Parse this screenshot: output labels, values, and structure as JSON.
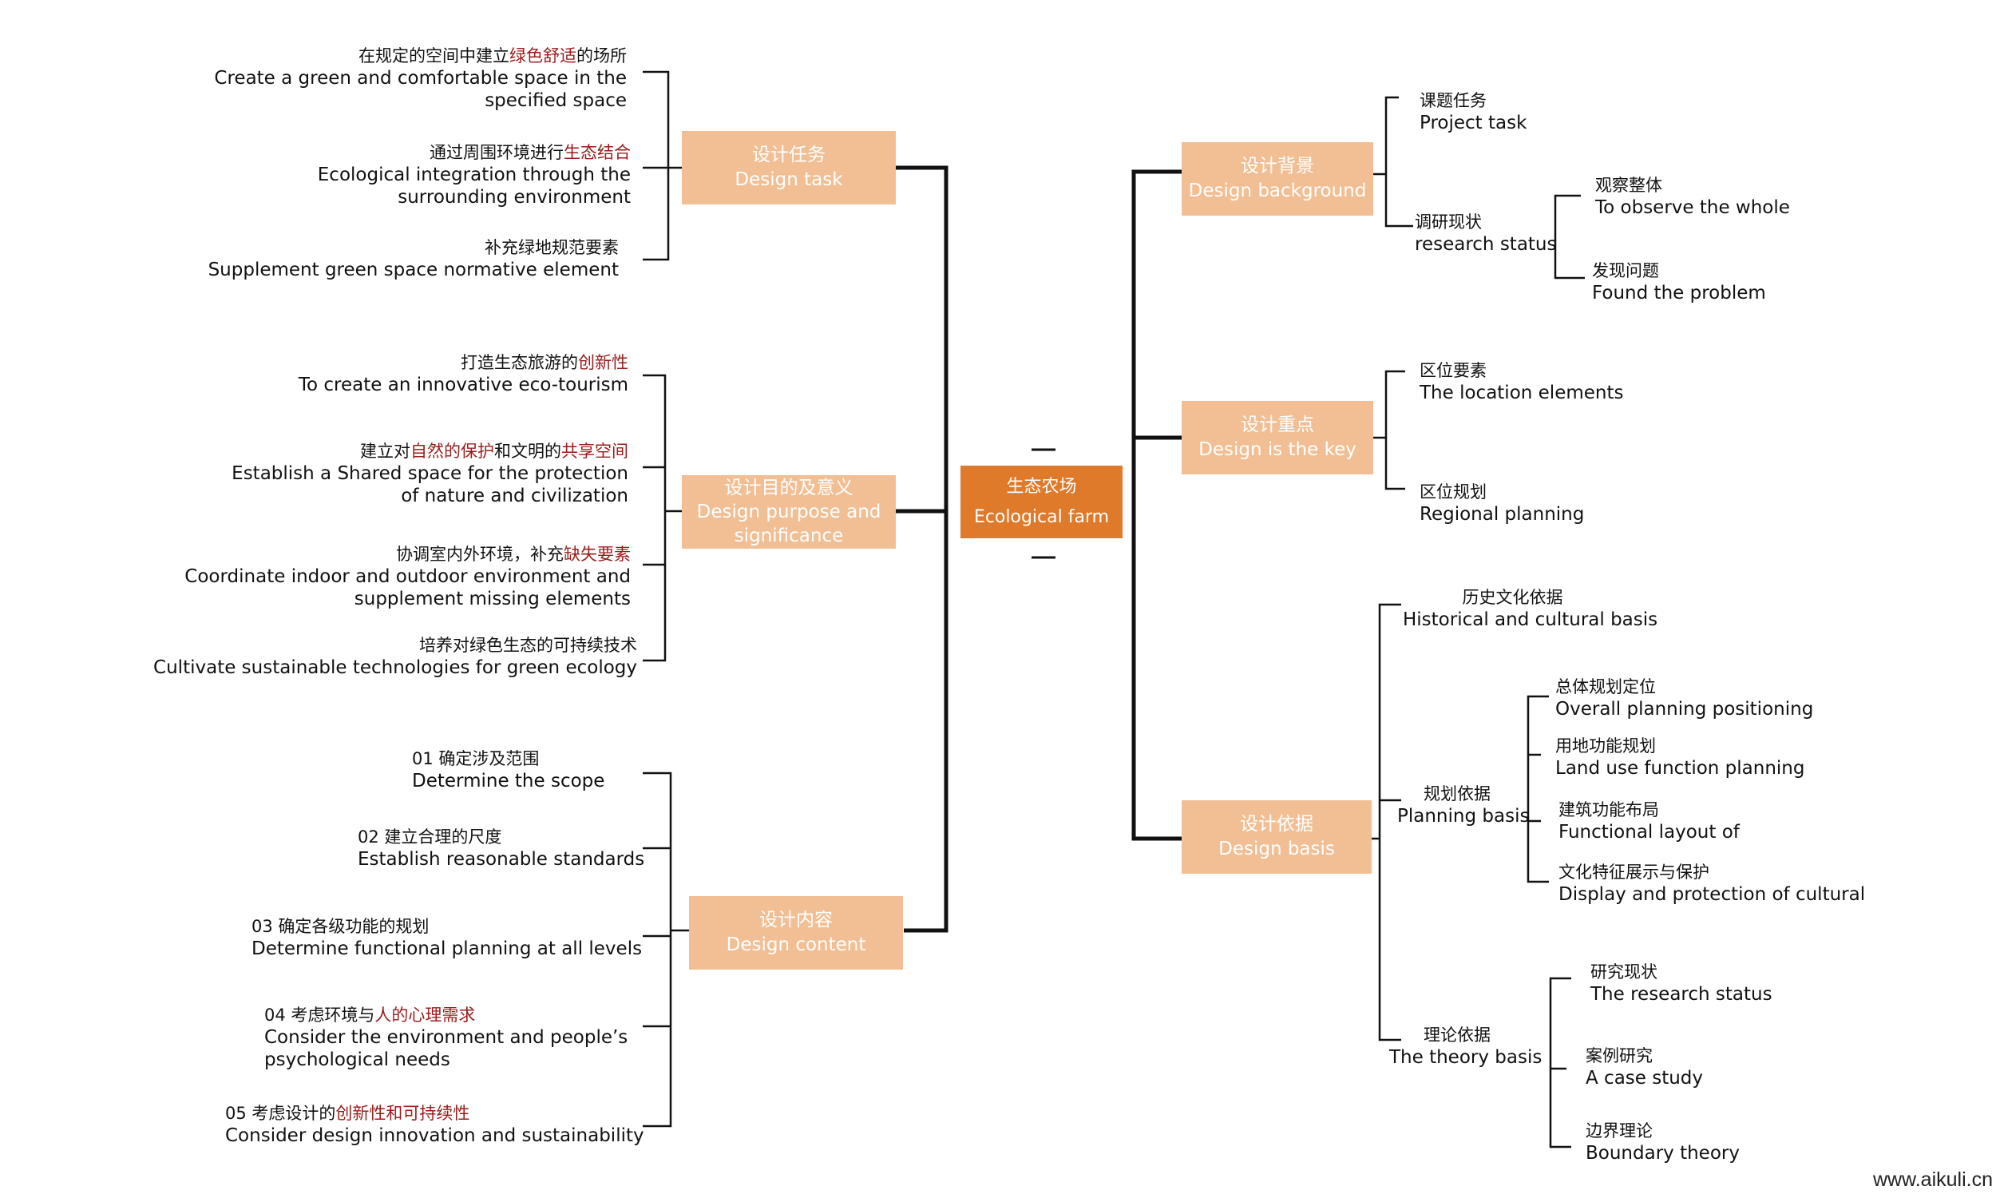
{
  "center": {
    "zh": "生态农场",
    "en": "Ecological farm"
  },
  "nodes": {
    "design_task": {
      "zh": "设计任务",
      "en": "Design task"
    },
    "design_purpose": {
      "zh": "设计目的及意义",
      "en1": "Design purpose and",
      "en2": "significance"
    },
    "design_content": {
      "zh": "设计内容",
      "en": "Design content"
    },
    "design_background": {
      "zh": "设计背景",
      "en": "Design background"
    },
    "design_key": {
      "zh": "设计重点",
      "en": "Design is the key"
    },
    "design_basis": {
      "zh": "设计依据",
      "en": "Design basis"
    }
  },
  "task": [
    {
      "zh_a": "在规定的空间中建立",
      "zh_hl": "绿色舒适",
      "zh_b": "的场所",
      "en1": "Create a green and comfortable space in the",
      "en2": "specified space"
    },
    {
      "zh_a": "通过周围环境进行",
      "zh_hl": "生态结合",
      "zh_b": "",
      "en1": "Ecological integration through the",
      "en2": "surrounding environment"
    },
    {
      "zh": "补充绿地规范要素",
      "en1": "Supplement green space normative element"
    }
  ],
  "purpose": [
    {
      "zh_a": "打造生态旅游的",
      "zh_hl": "创新性",
      "en1": "To create an innovative eco-tourism"
    },
    {
      "zh_a": "建立对",
      "zh_hl": "自然的保护",
      "zh_b": "和文明的",
      "zh_hl2": "共享空间",
      "en1": "Establish a Shared space for the protection",
      "en2": "of nature and civilization"
    },
    {
      "zh_a": "协调室内外环境，补充",
      "zh_hl": "缺失要素",
      "en1": "Coordinate indoor and outdoor environment and",
      "en2": "supplement missing elements"
    },
    {
      "zh": "培养对绿色生态的可持续技术",
      "en1": "Cultivate sustainable technologies for green ecology"
    }
  ],
  "content": [
    {
      "zh": "01 确定涉及范围",
      "en1": "Determine the scope"
    },
    {
      "zh": "02 建立合理的尺度",
      "en1": "Establish reasonable standards"
    },
    {
      "zh": "03  确定各级功能的规划",
      "en1": "Determine functional planning at all levels"
    },
    {
      "zh_a": "04  考虑环境与",
      "zh_hl": "人的心理需求",
      "en1": "Consider the environment and people’s",
      "en2": "psychological needs"
    },
    {
      "zh_a": "05 考虑设计的",
      "zh_hl": "创新性和可持续性",
      "en1": "Consider design innovation and sustainability"
    }
  ],
  "background": {
    "task": {
      "zh": "课题任务",
      "en": "Project task"
    },
    "status": {
      "zh": "调研现状",
      "en": "research status"
    },
    "observe": {
      "zh": "观察整体",
      "en": "To observe the whole"
    },
    "problem": {
      "zh": "发现问题",
      "en": "Found the problem"
    }
  },
  "key": {
    "location": {
      "zh": "区位要素",
      "en": "The location elements"
    },
    "regional": {
      "zh": "区位规划",
      "en": "Regional planning"
    }
  },
  "basis": {
    "historical": {
      "zh": "历史文化依据",
      "en": "Historical and cultural basis"
    },
    "planning": {
      "zh": "规划依据",
      "en": "Planning basis"
    },
    "overall": {
      "zh": "总体规划定位",
      "en": "Overall planning positioning"
    },
    "landuse": {
      "zh": "用地功能规划",
      "en": "Land use function planning"
    },
    "building": {
      "zh": "建筑功能布局",
      "en": "Functional layout of"
    },
    "cultural": {
      "zh": "文化特征展示与保护",
      "en": "Display and protection of cultural"
    },
    "theory": {
      "zh": "理论依据",
      "en": "The theory basis"
    },
    "research": {
      "zh": "研究现状",
      "en": "The research status"
    },
    "case": {
      "zh": "案例研究",
      "en": "A case study"
    },
    "boundary": {
      "zh": "边界理论",
      "en": "Boundary theory"
    }
  },
  "watermark": "www.aikuli.cn",
  "colors": {
    "center": "#e07a2b",
    "node": "#f2bf94",
    "highlight": "#9b1c1c",
    "line": "#111111"
  }
}
